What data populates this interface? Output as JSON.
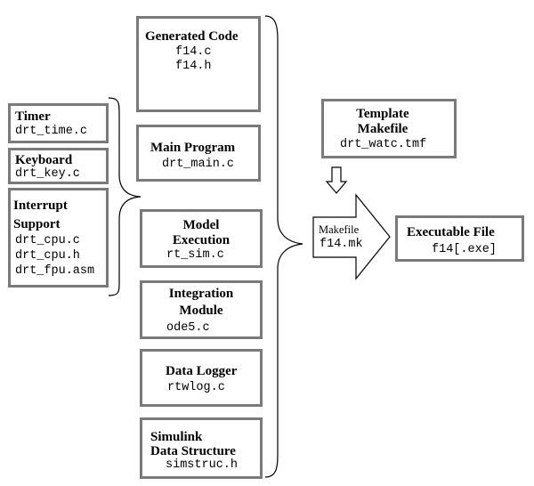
{
  "left": {
    "timer": {
      "title": "Timer",
      "files": [
        "drt_time.c"
      ]
    },
    "keyboard": {
      "title": "Keyboard",
      "files": [
        "drt_key.c"
      ]
    },
    "interrupt": {
      "title_line1": "Interrupt",
      "title_line2": "Support",
      "files": [
        "drt_cpu.c",
        "drt_cpu.h",
        "drt_fpu.asm"
      ]
    }
  },
  "middle": {
    "generated": {
      "title": "Generated Code",
      "files": [
        "f14.c",
        "f14.h"
      ]
    },
    "main_program": {
      "title": "Main Program",
      "files": [
        "drt_main.c"
      ]
    },
    "model_execution": {
      "title_line1": "Model",
      "title_line2": "Execution",
      "files": [
        "rt_sim.c"
      ]
    },
    "integration": {
      "title_line1": "Integration",
      "title_line2": "Module",
      "files": [
        "ode5.c"
      ]
    },
    "data_logger": {
      "title": "Data Logger",
      "files": [
        "rtwlog.c"
      ]
    },
    "simulink": {
      "title_line1": "Simulink",
      "title_line2": "Data Structure",
      "files": [
        "simstruc.h"
      ]
    }
  },
  "template": {
    "title_line1": "Template",
    "title_line2": "Makefile",
    "file": "drt_watc.tmf"
  },
  "makefile_arrow": {
    "label": "Makefile",
    "file": "f14.mk"
  },
  "executable": {
    "title": "Executable File",
    "file": "f14[.exe]"
  },
  "colors": {
    "box_border": "#7a7a7a",
    "line": "#000000"
  }
}
